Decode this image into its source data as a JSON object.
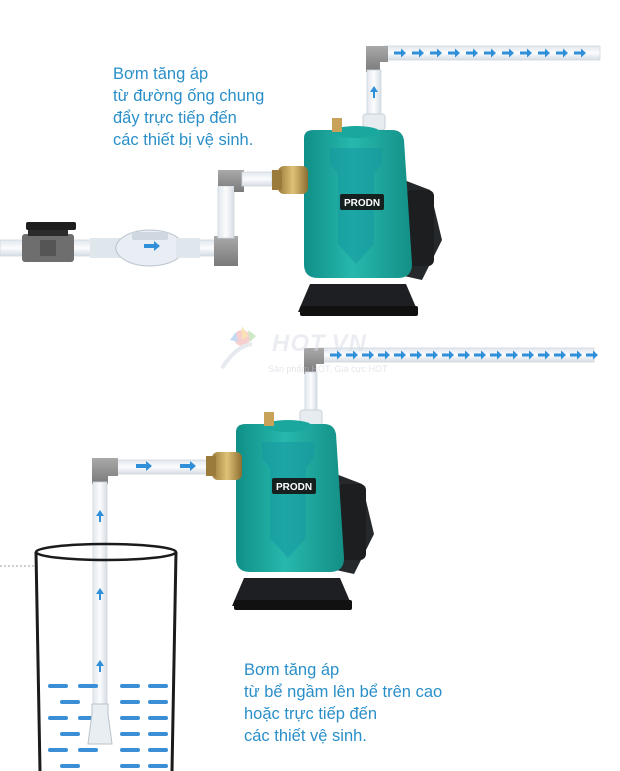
{
  "scene_top": {
    "caption": [
      "Bơm tăng áp",
      "từ đường ống chung",
      "đẩy trực tiếp đến",
      "các thiết bị vệ sinh."
    ],
    "pump_brand": "PRODN"
  },
  "scene_bottom": {
    "caption": [
      "Bơm tăng áp",
      "từ bể ngầm lên bể trên cao",
      "hoặc trực tiếp đến",
      "các thiết vệ sinh."
    ],
    "pump_brand": "PRODN"
  },
  "watermark": {
    "brand": "HOT.VN",
    "tagline": "Sản phẩm HOT, Giá cực HOT"
  },
  "colors": {
    "pump_body": "#1aa89e",
    "pump_dark": "#1f2326",
    "arrow": "#2f8fd8",
    "water": "#3b8fd6",
    "caption": "#2a8fc9",
    "elbow": "#8e8e8e"
  }
}
